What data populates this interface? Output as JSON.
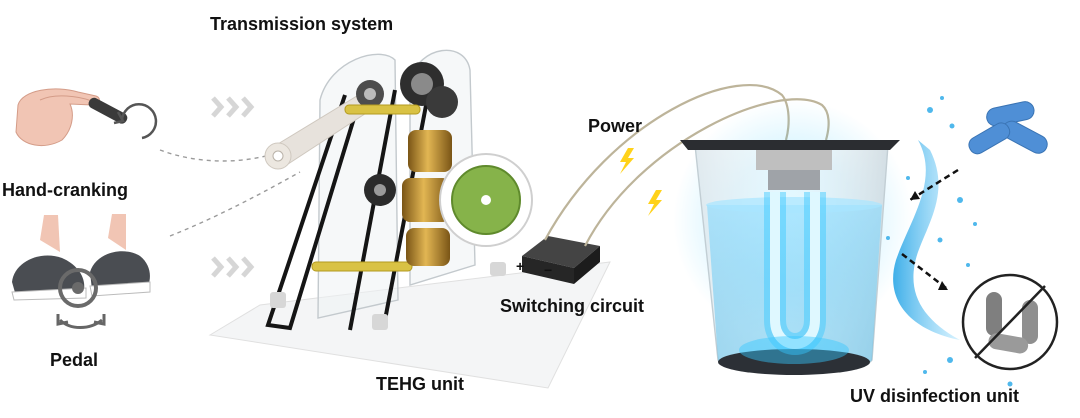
{
  "labels": {
    "transmission": "Transmission system",
    "hand": "Hand-cranking",
    "pedal": "Pedal",
    "tehg": "TEHG unit",
    "power": "Power",
    "switching": "Switching circuit",
    "uv": "UV disinfection unit"
  },
  "circuit_signs": {
    "plus": "+",
    "minus": "−"
  },
  "colors": {
    "uv_glow": "#36c8ff",
    "water": "#6fd2ff",
    "arrows": "#d6d6d6",
    "bolt": "#ffd21a",
    "bacteria_live": "#4f8fd6",
    "bacteria_dead": "#8a8a8a",
    "gear": "#b88a2c",
    "disc": "#86b34a"
  }
}
